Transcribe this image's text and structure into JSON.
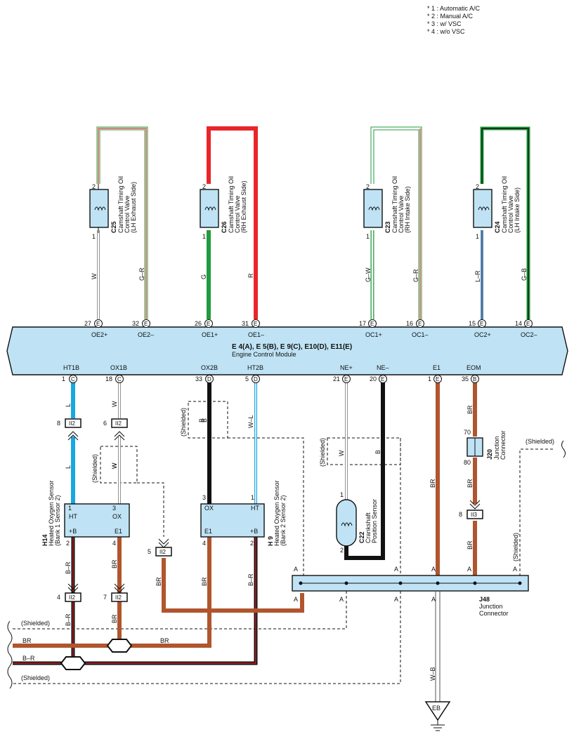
{
  "notes": [
    "* 1 : Automatic A/C",
    "* 2 : Manual A/C",
    "* 3 : w/ VSC",
    "* 4 : w/o VSC"
  ],
  "ecm": {
    "connectors": "E 4(A), E 5(B), E 9(C), E10(D), E11(E)",
    "name": "Engine Control Module",
    "top_pins": [
      {
        "pin": "27",
        "conn": "E",
        "label": "OE2+"
      },
      {
        "pin": "32",
        "conn": "E",
        "label": "OE2–"
      },
      {
        "pin": "26",
        "conn": "E",
        "label": "OE1+"
      },
      {
        "pin": "31",
        "conn": "E",
        "label": "OE1–"
      },
      {
        "pin": "17",
        "conn": "E",
        "label": "OC1+"
      },
      {
        "pin": "16",
        "conn": "E",
        "label": "OC1–"
      },
      {
        "pin": "15",
        "conn": "E",
        "label": "OC2+"
      },
      {
        "pin": "14",
        "conn": "E",
        "label": "OC2–"
      }
    ],
    "bottom_pins": [
      {
        "pin": "1",
        "conn": "C",
        "label": "HT1B"
      },
      {
        "pin": "18",
        "conn": "C",
        "label": "OX1B"
      },
      {
        "pin": "33",
        "conn": "D",
        "label": "OX2B"
      },
      {
        "pin": "5",
        "conn": "D",
        "label": "HT2B"
      },
      {
        "pin": "21",
        "conn": "E",
        "label": "NE+"
      },
      {
        "pin": "20",
        "conn": "E",
        "label": "NE–"
      },
      {
        "pin": "1",
        "conn": "E",
        "label": "E1"
      },
      {
        "pin": "35",
        "conn": "B",
        "label": "EOM"
      }
    ]
  },
  "valves": [
    {
      "code": "C25",
      "name": "Camshaft Timing Oil",
      "l2": "Control Valve",
      "l3": "(LH Exhaust Side)",
      "pin_top": "2",
      "pin_bottom": "1",
      "wire_a": "W",
      "wire_b": "G–R"
    },
    {
      "code": "C26",
      "name": "Camshaft Timing Oil",
      "l2": "Control Valve",
      "l3": "(RH Exhaust Side)",
      "pin_top": "2",
      "pin_bottom": "1",
      "wire_a": "G",
      "wire_b": "R"
    },
    {
      "code": "C23",
      "name": "Camshaft Timing Oil",
      "l2": "Control Valve",
      "l3": "(RH Intake Side)",
      "pin_top": "2",
      "pin_bottom": "1",
      "wire_a": "G–W",
      "wire_b": "G–R"
    },
    {
      "code": "C24",
      "name": "Camshaft Timing Oil",
      "l2": "Control Valve",
      "l3": "(LH Intake Side)",
      "pin_top": "2",
      "pin_bottom": "1",
      "wire_a": "L–R",
      "wire_b": "G–B"
    }
  ],
  "sensors": {
    "h14": {
      "code": "H14",
      "l1": "Heated Oxygen Sensor",
      "l2": "(Bank 1 Sensor 2)",
      "t_ht": "HT",
      "t_ox": "OX",
      "t_b": "+B",
      "t_e1": "E1",
      "p_ht": "1",
      "p_ox": "3",
      "p_b": "2",
      "p_e1": "4"
    },
    "h9": {
      "code": "H 9",
      "l1": "Heated Oxygen Sensor",
      "l2": "(Bank 2 Sensor 2)",
      "t_ox": "OX",
      "t_ht": "HT",
      "t_e1": "E1",
      "t_b": "+B",
      "p_ox": "3",
      "p_ht": "1",
      "p_e1": "4",
      "p_b": "2"
    },
    "c22": {
      "code": "C22",
      "l1": "Crankshaft",
      "l2": "Position Sensor",
      "p1": "1",
      "p2": "2"
    }
  },
  "junctions": {
    "j20": {
      "code": "J20",
      "l1": "Junction",
      "l2": "Connector",
      "p_top": "70",
      "p_bottom": "80"
    },
    "j48": {
      "code": "J48",
      "l1": "Junction",
      "l2": "Connector",
      "pin": "A"
    }
  },
  "connectors": {
    "ii2_a": {
      "pin": "8",
      "name": "II2"
    },
    "ii2_b": {
      "pin": "6",
      "name": "II2"
    },
    "ii2_c": {
      "pin": "5",
      "name": "II2"
    },
    "ii2_d": {
      "pin": "4",
      "name": "II2"
    },
    "ii2_e": {
      "pin": "7",
      "name": "II2"
    },
    "ii3": {
      "pin": "8",
      "name": "II3"
    }
  },
  "wires": {
    "ht1b": "L",
    "ht1b_2": "L",
    "ox1b": "W",
    "ox1b_2": "W",
    "ox2b": "B",
    "ht2b": "W–L",
    "ne_plus": "W",
    "ne_minus": "B",
    "e1": "BR",
    "eom": "BR",
    "eom_2": "BR",
    "eom_3": "BR",
    "h14_b": "B–R",
    "h14_e1": "BR",
    "h14_b2": "B–R",
    "h14_e1_2": "BR",
    "h9_e1": "BR",
    "h9_b": "B–R",
    "ii2c_out": "BR",
    "ground": "W–B",
    "bottom_br": "BR",
    "bottom_br2": "BR",
    "bottom_br_r": "B–R"
  },
  "shielded": "(Shielded)",
  "ground": "EB",
  "colors": {
    "module": "#bfe3f5",
    "red": "#e8262a",
    "green": "#1f9c3d",
    "blue": "#1aa7e0",
    "brown": "#b0552e",
    "black": "#111111"
  }
}
